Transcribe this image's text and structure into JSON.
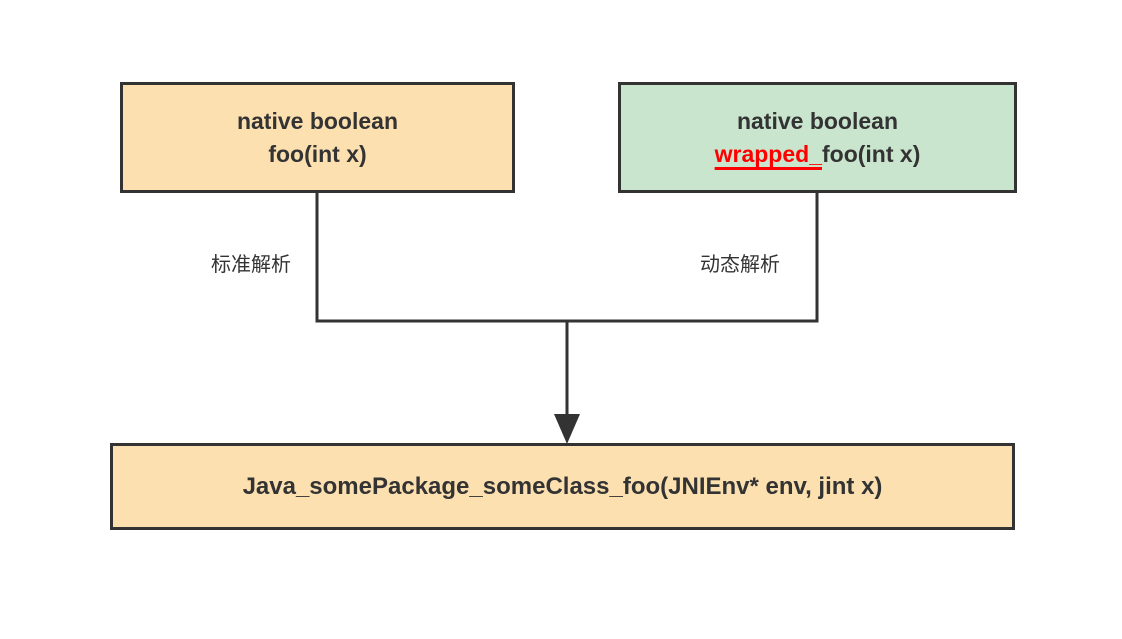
{
  "diagram": {
    "boxes": {
      "native_foo": {
        "line1": "native boolean",
        "line2": "foo(int x)",
        "fill": "#FDE0B0"
      },
      "native_wrapped_foo": {
        "line1": "native boolean",
        "line2_highlight": "wrapped_",
        "line2_rest": "foo(int x)",
        "fill": "#CAE5CD",
        "highlight_color": "#FF0000"
      },
      "jni_function": {
        "label": "Java_somePackage_someClass_foo(JNIEnv* env, jint x)",
        "fill": "#FDE0B0"
      }
    },
    "edge_labels": {
      "left": "标准解析",
      "right": "动态解析"
    },
    "colors": {
      "border": "#333333",
      "connector": "#333333",
      "text": "#333333",
      "background": "#FFFFFF"
    }
  }
}
